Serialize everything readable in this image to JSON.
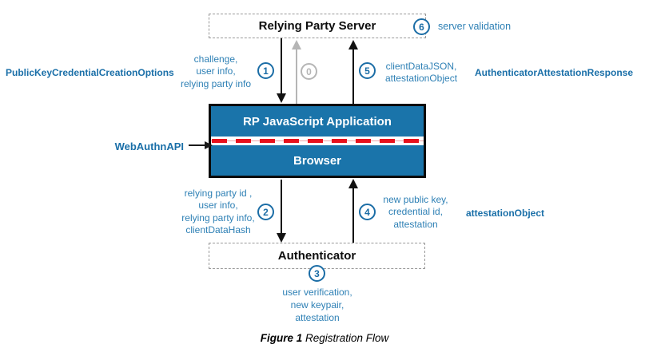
{
  "nodes": {
    "relying_party_server": "Relying Party Server",
    "rp_js_application": "RP JavaScript Application",
    "browser": "Browser",
    "authenticator": "Authenticator"
  },
  "side_labels": {
    "public_key_credential_creation_options": "PublicKeyCredentialCreationOptions",
    "authenticator_attestation_response": "AuthenticatorAttestationResponse",
    "attestation_object": "attestationObject",
    "webauthn_api": "WebAuthnAPI"
  },
  "steps": {
    "s0": {
      "number": "0"
    },
    "s1": {
      "number": "1",
      "lines": [
        "challenge,",
        "user info,",
        "relying party info"
      ]
    },
    "s2": {
      "number": "2",
      "lines": [
        "relying party id ,",
        "user info,",
        "relying party info,",
        "clientDataHash"
      ]
    },
    "s3": {
      "number": "3",
      "lines": [
        "user verification,",
        "new keypair,",
        "attestation"
      ]
    },
    "s4": {
      "number": "4",
      "lines": [
        "new public key,",
        "credential id,",
        "attestation"
      ]
    },
    "s5": {
      "number": "5",
      "lines": [
        "clientDataJSON,",
        "attestationObject"
      ]
    },
    "s6": {
      "number": "6",
      "label": "server validation"
    }
  },
  "caption": {
    "figure_label": "Figure 1",
    "figure_title": "Registration Flow"
  },
  "colors": {
    "node_fill_blue": "#1a74aa",
    "label_blue": "#2e80b5",
    "bold_label_blue": "#1a6fa8",
    "badge_blue": "#1b6da6",
    "inactive_gray": "#b5b5b5",
    "dashed_border_gray": "#9a9a9a",
    "arrow_black": "#111111",
    "webauthn_dash_red": "#e8111c"
  }
}
